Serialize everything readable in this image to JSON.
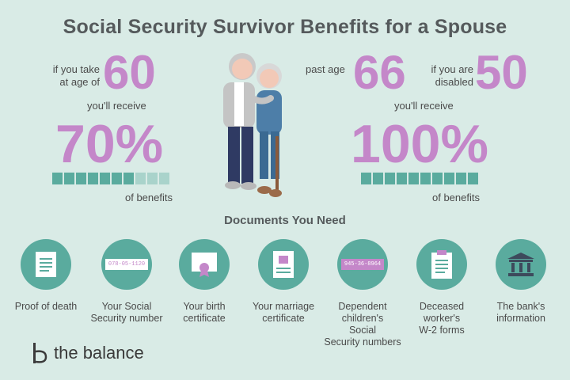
{
  "title": "Social Security Survivor Benefits for a Spouse",
  "left": {
    "if_take_line1": "if you take",
    "if_take_line2": "at age of",
    "age": "60",
    "receive": "you'll receive",
    "percent": "70%",
    "benefits": "of benefits",
    "level": 0.7
  },
  "right": {
    "past_age": "past age",
    "age": "66",
    "disabled_line1": "if you are",
    "disabled_line2": "disabled",
    "disabled_age": "50",
    "receive": "you'll receive",
    "percent": "100%",
    "benefits": "of benefits",
    "level": 1.0
  },
  "documents_title": "Documents You Need",
  "documents": [
    {
      "icon": "paper-document-icon",
      "lines": [
        "Proof of death"
      ]
    },
    {
      "icon": "ss-card-icon",
      "card_text": "078-05-1120",
      "lines": [
        "Your Social",
        "Security number"
      ]
    },
    {
      "icon": "birth-certificate-icon",
      "lines": [
        "Your birth",
        "certificate"
      ]
    },
    {
      "icon": "marriage-certificate-icon",
      "lines": [
        "Your marriage",
        "certificate"
      ]
    },
    {
      "icon": "ss-card-icon",
      "card_text": "945-36-8964",
      "lines": [
        "Dependent",
        "children's",
        "Social",
        "Security numbers"
      ]
    },
    {
      "icon": "clipboard-icon",
      "lines": [
        "Deceased",
        "worker's",
        "W-2 forms"
      ]
    },
    {
      "icon": "bank-icon",
      "lines": [
        "The bank's",
        "information"
      ]
    }
  ],
  "brand": "the balance",
  "colors": {
    "background": "#d9ebe6",
    "accent_purple": "#c487c9",
    "teal": "#5aab9e",
    "teal_light": "#a9d3cb"
  }
}
